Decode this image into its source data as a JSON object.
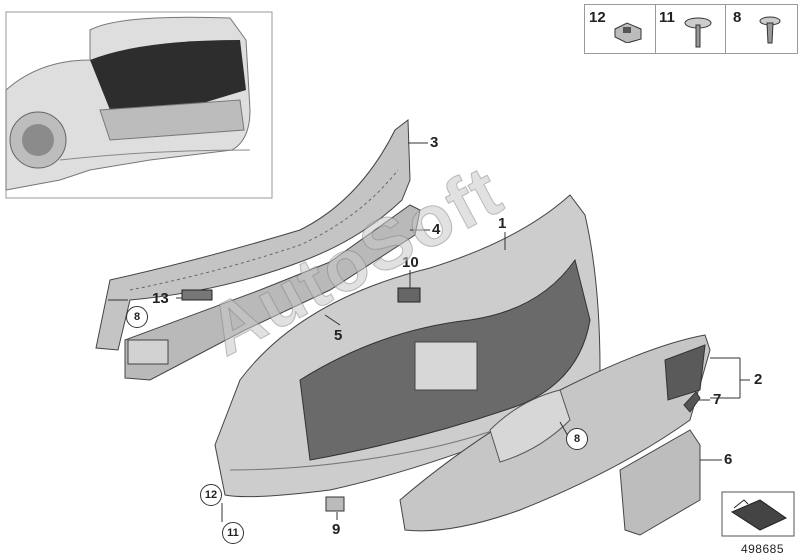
{
  "hardware_box": {
    "items": [
      {
        "number": "12",
        "icon": "clip-nut-icon"
      },
      {
        "number": "11",
        "icon": "flange-screw-icon"
      },
      {
        "number": "8",
        "icon": "expanding-rivet-icon"
      }
    ]
  },
  "callouts": {
    "c3": "3",
    "c4": "4",
    "c10": "10",
    "c1": "1",
    "c13": "13",
    "c5": "5",
    "c2": "2",
    "c7": "7",
    "c6": "6",
    "c9": "9"
  },
  "circled": {
    "left_8": "8",
    "center_8": "8",
    "bottom_12": "12",
    "bottom_11": "11"
  },
  "watermark": "AutoSoft",
  "reference_number": "498685",
  "colors": {
    "part_fill": "#c9c9c9",
    "part_dark": "#5a5a5a",
    "line": "#333333"
  }
}
